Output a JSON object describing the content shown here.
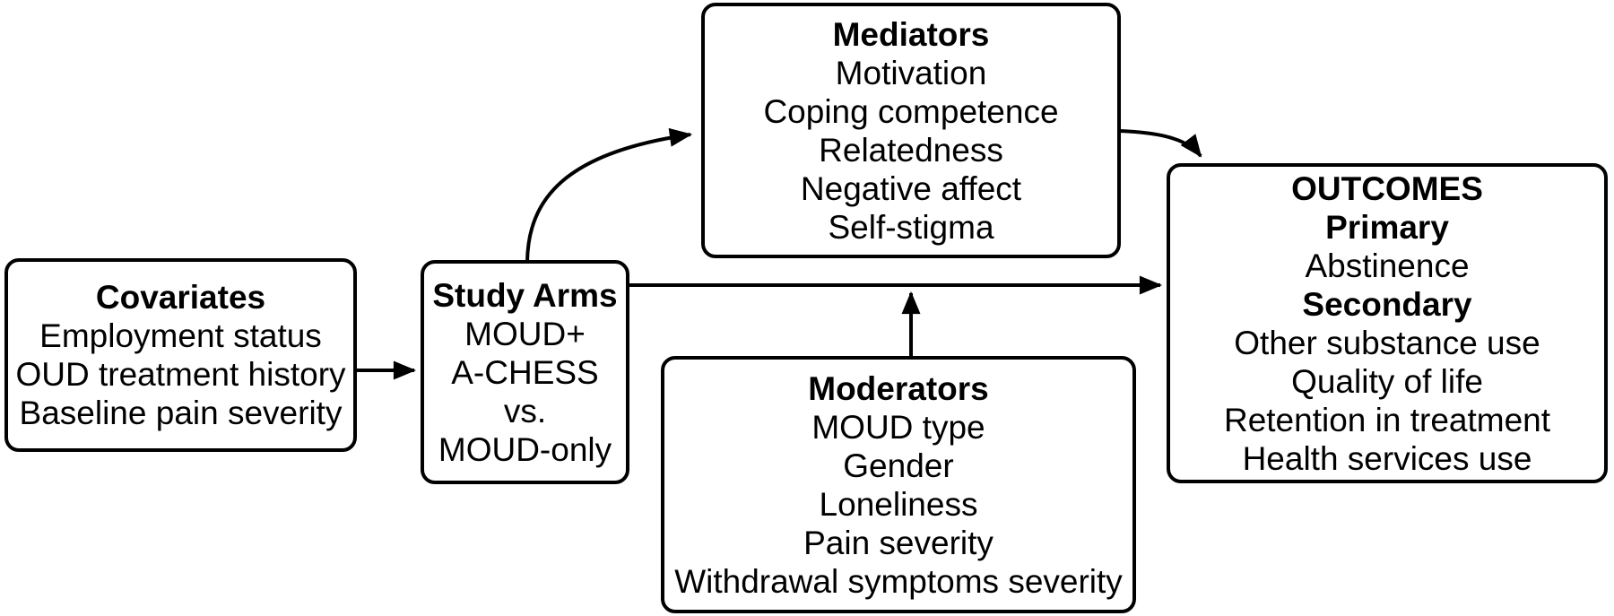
{
  "colors": {
    "ink": "#000000",
    "paper": "#ffffff"
  },
  "boxes": {
    "covariates": {
      "title": "Covariates",
      "items": [
        "Employment status",
        "OUD treatment history",
        "Baseline pain severity"
      ]
    },
    "study_arms": {
      "title": "Study Arms",
      "items": [
        "MOUD+",
        "A-CHESS",
        "vs.",
        "MOUD-only"
      ]
    },
    "mediators": {
      "title": "Mediators",
      "items": [
        "Motivation",
        "Coping competence",
        "Relatedness",
        "Negative affect",
        "Self-stigma"
      ]
    },
    "moderators": {
      "title": "Moderators",
      "items": [
        "MOUD type",
        "Gender",
        "Loneliness",
        "Pain severity",
        "Withdrawal symptoms severity"
      ]
    },
    "outcomes": {
      "title": "OUTCOMES",
      "sections": [
        {
          "label": "Primary",
          "items": [
            "Abstinence"
          ]
        },
        {
          "label": "Secondary",
          "items": [
            "Other substance use",
            "Quality of life",
            "Retention in treatment",
            "Health services use"
          ]
        }
      ]
    }
  },
  "arrows": [
    {
      "from": "Covariates",
      "to": "Study Arms"
    },
    {
      "from": "Study Arms",
      "to": "OUTCOMES"
    },
    {
      "from": "Study Arms",
      "to": "Mediators"
    },
    {
      "from": "Mediators",
      "to": "OUTCOMES"
    },
    {
      "from": "Moderators",
      "to": "Study Arms to OUTCOMES path"
    }
  ]
}
